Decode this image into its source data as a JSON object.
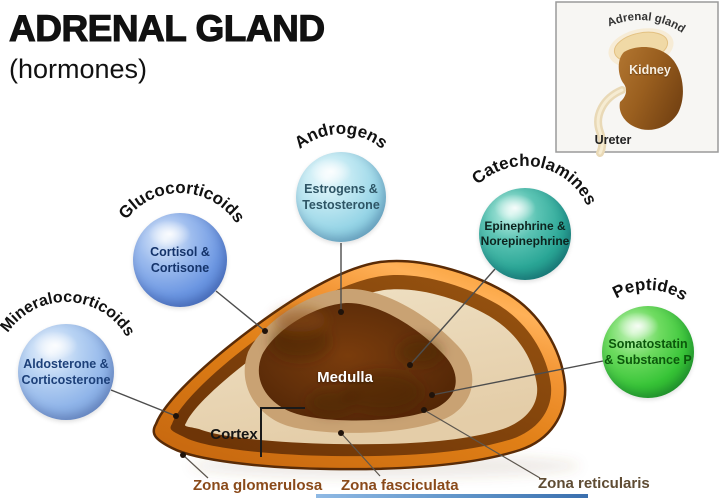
{
  "title": "ADRENAL GLAND",
  "subtitle": "(hormones)",
  "inset": {
    "adrenal_gland_label": "Adrenal gland",
    "kidney_label": "Kidney",
    "ureter_label": "Ureter"
  },
  "hormone_groups": [
    {
      "name": "Mineralocorticoids",
      "hormones": "Aldosterone &\nCorticosterone",
      "bubble_color": "#8fb4e9",
      "text_color": "#1d4079"
    },
    {
      "name": "Glucocorticoids",
      "hormones": "Cortisol &\nCortisone",
      "bubble_color": "#6b96e2",
      "text_color": "#14336a"
    },
    {
      "name": "Androgens",
      "hormones": "Estrogens &\nTestosterone",
      "bubble_color": "#95d4e6",
      "text_color": "#2e5565"
    },
    {
      "name": "Catecholamines",
      "hormones": "Epinephrine &\nNorepinephrine",
      "bubble_color": "#2aa696",
      "text_color": "#0d231e"
    },
    {
      "name": "Peptides",
      "hormones": "Somatostatin\n& Substance P",
      "bubble_color": "#37c437",
      "text_color": "#0b570b"
    }
  ],
  "gland_labels": {
    "medulla": "Medulla",
    "cortex": "Cortex"
  },
  "zona_labels": [
    {
      "text": "Zona glomerulosa",
      "color": "#8a4a1a"
    },
    {
      "text": "Zona fasciculata",
      "color": "#8a4a1a"
    },
    {
      "text": "Zona reticularis",
      "color": "#5f4c33"
    }
  ],
  "colors": {
    "outer_capsule_orange": "#e8821c",
    "rim_brown": "#7d3f0c",
    "cortex_cream": "#ead7b7",
    "inner_ring_tan": "#c9a273",
    "medulla_brown": "#63300a",
    "kidney_brown": "#9a5f1f",
    "adrenal_cap_cream": "#f0d9a6",
    "inset_background": "#f7f6f3"
  }
}
